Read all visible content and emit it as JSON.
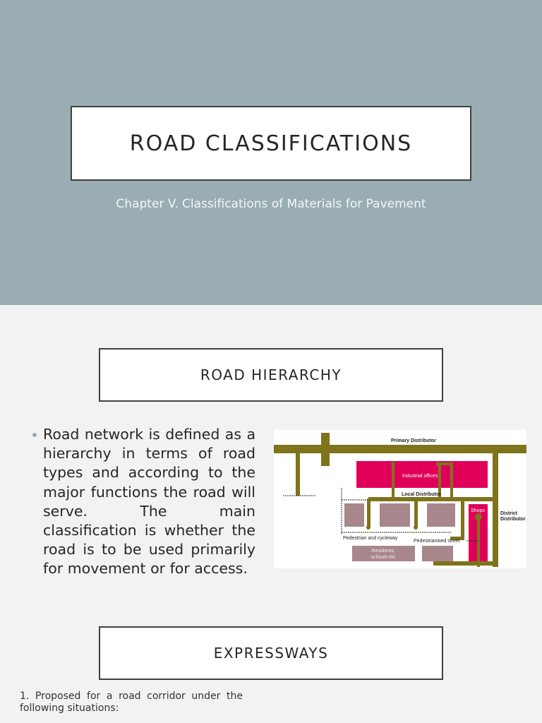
{
  "slide1": {
    "title": "ROAD CLASSIFICATIONS",
    "subtitle": "Chapter V. Classifications of Materials for Pavement",
    "background_color": "#9aadb3"
  },
  "slide2": {
    "section_title": "ROAD HIERARCHY",
    "bullet": "Road network is defined as a hierarchy in terms of road types and according to the major functions the road will serve. The main classification is whether the road is to be used primarily for movement or for access.",
    "diagram": {
      "labels": {
        "primary_distributor": "Primary Distributor",
        "industrial_offices": "Industrial offices",
        "local_distributor": "Local Distributor",
        "shops": "Shops",
        "district_distributor_line1": "District",
        "district_distributor_line2": "Distributor",
        "pedestrian_cycleway": "Pedestrian and cycleway",
        "pedestrianised_street": "Pedestrianised street",
        "residents_line1": "Residents,",
        "residents_line2": "schools etc"
      },
      "colors": {
        "road": "#7f731b",
        "industrial": "#e0005a",
        "residential": "#a7868c"
      }
    },
    "next_section_title": "EXPRESSWAYS",
    "numbered_item": "1. Proposed for a road corridor under the following situations:"
  }
}
